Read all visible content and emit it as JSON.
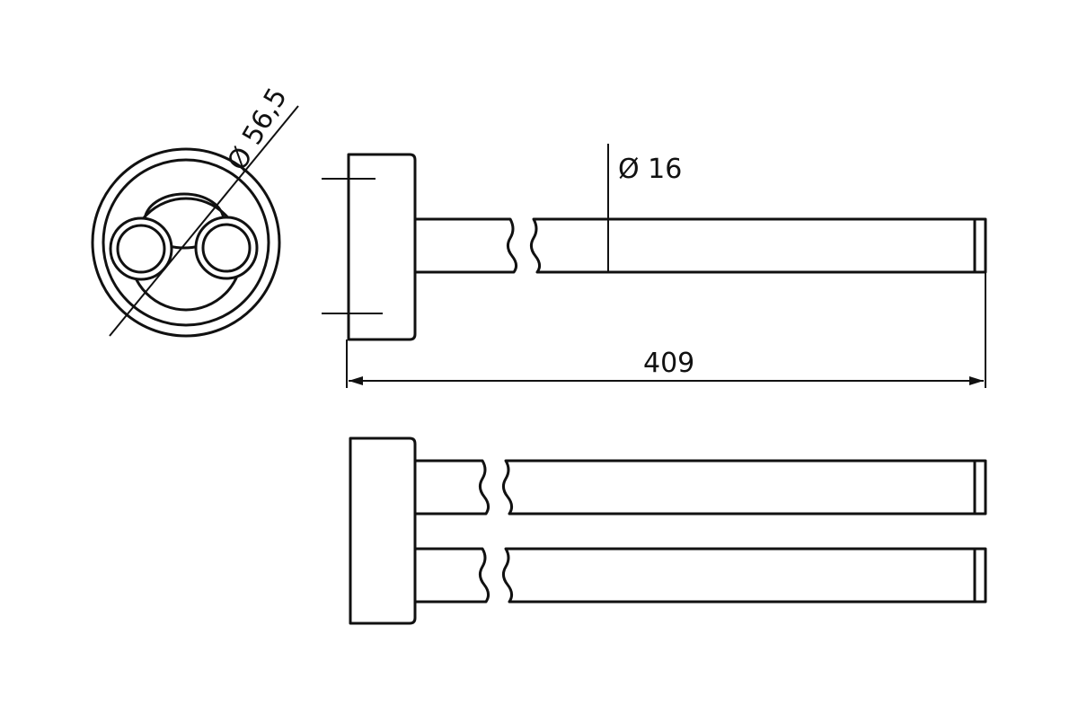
{
  "drawing": {
    "dim_diameter_base": "Ø 56,5",
    "dim_diameter_bar": "Ø 16",
    "dim_length": "409"
  },
  "colors": {
    "line": "#111111",
    "background": "#ffffff"
  }
}
